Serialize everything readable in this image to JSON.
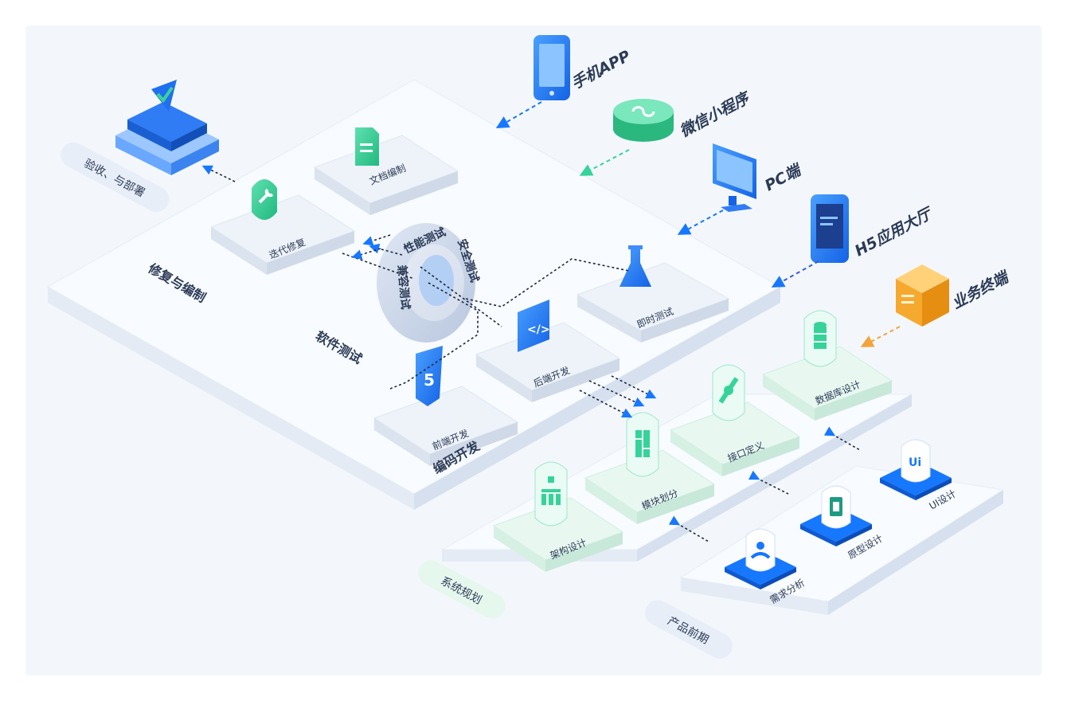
{
  "diagram": {
    "stages": {
      "acceptance_deploy": "验收、与部署",
      "repair_compile": "修复与编制",
      "software_testing": "软件测试",
      "coding_dev": "编码开发",
      "system_planning": "系统规划",
      "product_early": "产品前期"
    },
    "nodes": {
      "doc_writing": "文档编制",
      "iterative_repair": "迭代修复",
      "instant_test": "即时测试",
      "backend_dev": "后端开发",
      "frontend_dev": "前端开发",
      "database_design": "数据库设计",
      "interface_definition": "接口定义",
      "module_division": "模块划分",
      "architecture_design": "架构设计",
      "ui_design": "UI设计",
      "prototype_design": "原型设计",
      "requirement_analysis": "需求分析"
    },
    "testing_ring": {
      "performance": "性能测试",
      "security": "安全测试",
      "compatibility": "兼容测试"
    },
    "platforms": {
      "mobile_app": "手机APP",
      "wechat_mini": "微信小程序",
      "pc": "PC端",
      "h5_hall": "H5应用大厅",
      "business_terminal": "业务终端"
    },
    "colors": {
      "blue": "#1677ff",
      "green": "#35d39a",
      "orange": "#f2a43a",
      "canvas_bg": "#f3f7fc"
    }
  }
}
